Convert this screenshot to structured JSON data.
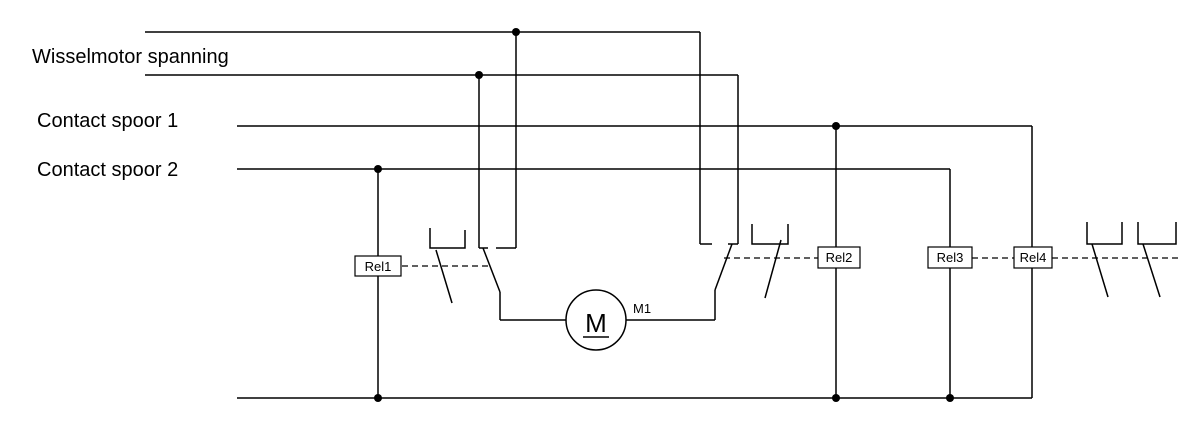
{
  "labels": {
    "wisselmotor": "Wisselmotor spanning",
    "contact1": "Contact spoor 1",
    "contact2": "Contact spoor 2",
    "motor_symbol": "M",
    "motor_name": "M1"
  },
  "relays": [
    {
      "id": "rel1",
      "label": "Rel1"
    },
    {
      "id": "rel2",
      "label": "Rel2"
    },
    {
      "id": "rel3",
      "label": "Rel3"
    },
    {
      "id": "rel4",
      "label": "Rel4"
    }
  ],
  "colors": {
    "line": "#000000",
    "background": "#ffffff"
  }
}
